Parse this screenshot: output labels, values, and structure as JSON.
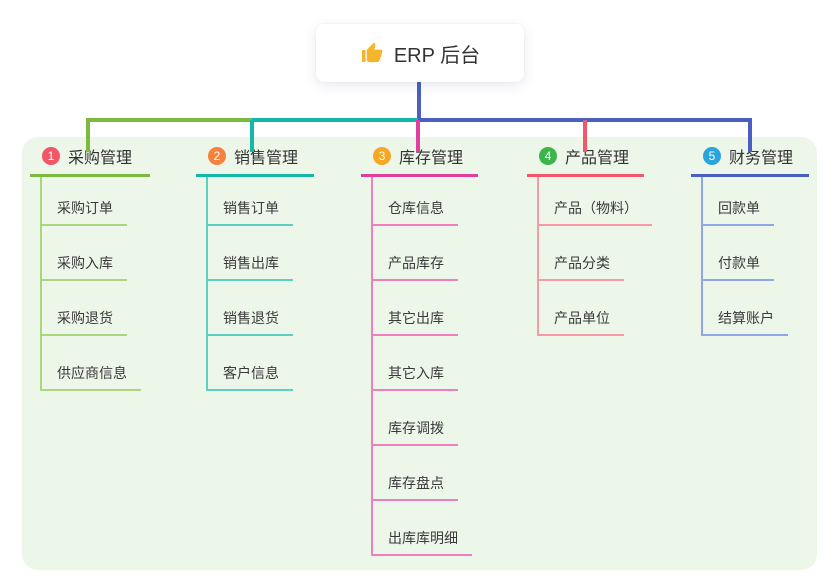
{
  "root": {
    "label": "ERP 后台",
    "icon": "thumbs-up",
    "icon_color": "#f5b62e"
  },
  "panel_color": "#ecf7ea",
  "branches": [
    {
      "num": "1",
      "label": "采购管理",
      "badge_color": "#f25767",
      "line_color": "#7cb93f",
      "light_color": "#a8d77f",
      "children": [
        "采购订单",
        "采购入库",
        "采购退货",
        "供应商信息"
      ]
    },
    {
      "num": "2",
      "label": "销售管理",
      "badge_color": "#f5823c",
      "line_color": "#14b8a6",
      "light_color": "#5fcfc0",
      "children": [
        "销售订单",
        "销售出库",
        "销售退货",
        "客户信息"
      ]
    },
    {
      "num": "3",
      "label": "库存管理",
      "badge_color": "#f6a723",
      "line_color": "#e0409d",
      "light_color": "#f07fc0",
      "children": [
        "仓库信息",
        "产品库存",
        "其它出库",
        "其它入库",
        "库存调拨",
        "库存盘点",
        "出库库明细"
      ]
    },
    {
      "num": "4",
      "label": "产品管理",
      "badge_color": "#3cb54a",
      "line_color": "#f2566b",
      "light_color": "#f89aa6",
      "children": [
        "产品（物料）",
        "产品分类",
        "产品单位"
      ]
    },
    {
      "num": "5",
      "label": "财务管理",
      "badge_color": "#2ba3dc",
      "line_color": "#4a5ec4",
      "light_color": "#8fa6e6",
      "children": [
        "回款单",
        "付款单",
        "结算账户"
      ]
    }
  ]
}
